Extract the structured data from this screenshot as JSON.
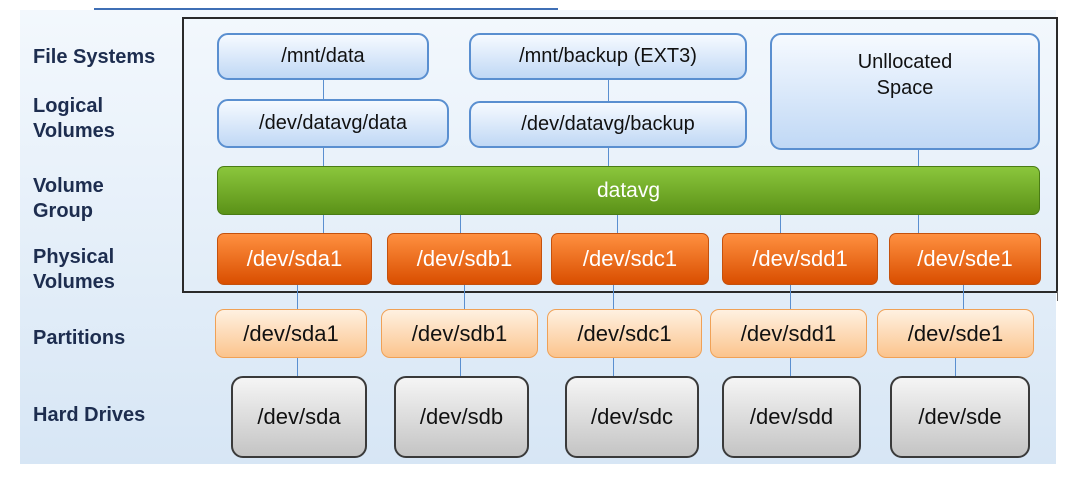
{
  "diagram": {
    "layers": {
      "file_systems": "File Systems",
      "logical_volumes": "Logical\nVolumes",
      "volume_group": "Volume\nGroup",
      "physical_volumes": "Physical\nVolumes",
      "partitions": "Partitions",
      "hard_drives": "Hard Drives"
    },
    "file_systems": [
      "/mnt/data",
      "/mnt/backup (EXT3)"
    ],
    "logical_volumes": [
      "/dev/datavg/data",
      "/dev/datavg/backup"
    ],
    "unallocated": "Unllocated\nSpace",
    "volume_group": "datavg",
    "physical_volumes": [
      "/dev/sda1",
      "/dev/sdb1",
      "/dev/sdc1",
      "/dev/sdd1",
      "/dev/sde1"
    ],
    "partitions": [
      "/dev/sda1",
      "/dev/sdb1",
      "/dev/sdc1",
      "/dev/sdd1",
      "/dev/sde1"
    ],
    "hard_drives": [
      "/dev/sda",
      "/dev/sdb",
      "/dev/sdc",
      "/dev/sdd",
      "/dev/sde"
    ]
  }
}
